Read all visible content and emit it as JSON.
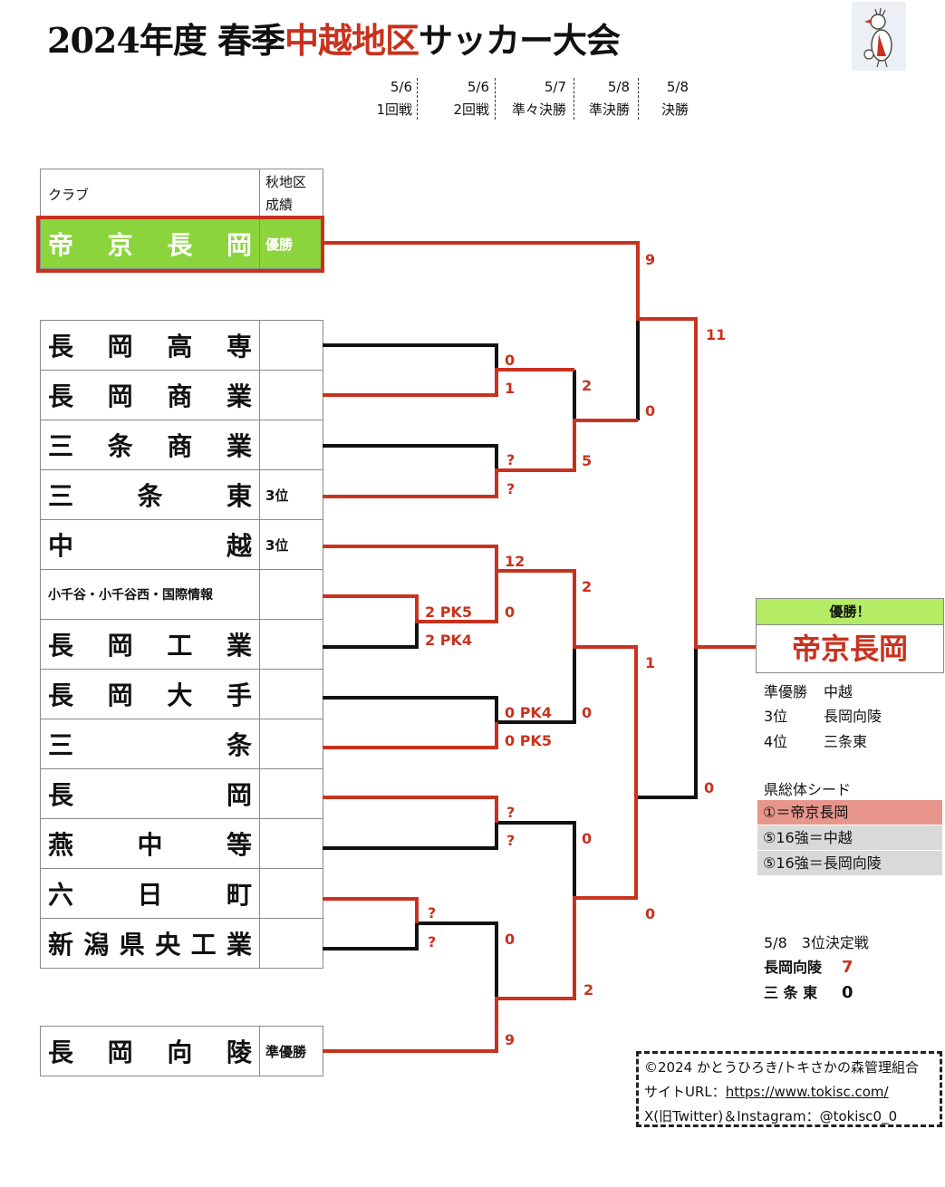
{
  "header": {
    "title_pre": "2024年度 春季",
    "title_hl": "中越地区",
    "title_post": "サッカー大会",
    "rounds": [
      {
        "date": "5/6",
        "name": "1回戦"
      },
      {
        "date": "5/6",
        "name": "2回戦"
      },
      {
        "date": "5/7",
        "name": "準々決勝"
      },
      {
        "date": "5/8",
        "name": "準決勝"
      },
      {
        "date": "5/8",
        "name": "決勝"
      }
    ]
  },
  "table": {
    "col_club": "クラブ",
    "col_result_1": "秋地区",
    "col_result_2": "成績",
    "teams": [
      {
        "name": "帝　京　長　岡",
        "result": "優勝"
      },
      {
        "name": "長　岡　高　専",
        "result": ""
      },
      {
        "name": "長　岡　商　業",
        "result": ""
      },
      {
        "name": "三　条　商　業",
        "result": ""
      },
      {
        "name": "三　　条　　東",
        "result": "3位"
      },
      {
        "name": "中　　　　　越",
        "result": "3位"
      },
      {
        "name": "小千谷・小千谷西・国際情報",
        "result": ""
      },
      {
        "name": "長　岡　工　業",
        "result": ""
      },
      {
        "name": "長　岡　大　手",
        "result": ""
      },
      {
        "name": "三　　　　　条",
        "result": ""
      },
      {
        "name": "長　　　　　岡",
        "result": ""
      },
      {
        "name": "燕　　中　　等",
        "result": ""
      },
      {
        "name": "六　　日　　町",
        "result": ""
      },
      {
        "name": "新潟県央工業",
        "result": ""
      },
      {
        "name": "長　岡　向　陵",
        "result": "準優勝"
      }
    ]
  },
  "scores": {
    "s1": "9",
    "s2": "11",
    "s3": "0",
    "s4": "1",
    "s5": "2",
    "s6": "0",
    "s7": "?",
    "s8": "?",
    "s9": "5",
    "s10": "12",
    "s11": "2",
    "s12": "2 PK5",
    "s13": "0",
    "s14": "2 PK4",
    "s15": "1",
    "s16": "0 PK4",
    "s17": "0",
    "s18": "0 PK5",
    "s19": "0",
    "s20": "?",
    "s21": "?",
    "s22": "0",
    "s23": "?",
    "s24": "0",
    "s25": "?",
    "s26": "0",
    "s27": "2",
    "s28": "9"
  },
  "winner": {
    "label": "優勝！",
    "name": "帝京長岡"
  },
  "placings": [
    {
      "place": "準優勝",
      "team": "中越"
    },
    {
      "place": "3位",
      "team": "長岡向陵"
    },
    {
      "place": "4位",
      "team": "三条東"
    }
  ],
  "seeds": {
    "title": "県総体シード",
    "items": [
      "①＝帝京長岡",
      "⑤16強＝中越",
      "⑤16強＝長岡向陵"
    ]
  },
  "third_place": {
    "title": "5/8　3位決定戦",
    "team_a": "長岡向陵",
    "score_a": "7",
    "team_b": "三 条 東",
    "score_b": "0"
  },
  "copyright": {
    "line1": "©2024 かとうひろき/トキさかの森管理組合",
    "line2_label": "サイトURL：",
    "line2_url": "https://www.tokisc.com/",
    "line3": "X(旧Twitter)＆Instagram：@tokisc0_0"
  },
  "colors": {
    "accent": "#c8321e",
    "champion_green": "#8cd43c",
    "seed_pink": "#e8968c",
    "seed_gray": "#d9d9d9"
  }
}
